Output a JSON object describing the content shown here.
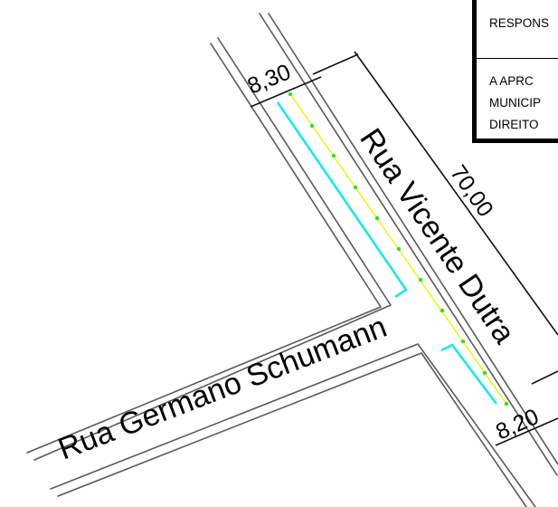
{
  "streets": {
    "vicente_dutra": "Rua Vicente Dutra",
    "germano_schumann": "Rua Germano Schumann"
  },
  "dimensions": {
    "top_width": "8,30",
    "length": "70,00",
    "bottom_width": "8,20"
  },
  "note": {
    "line1": "RESPONS",
    "line2": "A    APRC",
    "line3": "MUNICIP",
    "line4": "DIREITO"
  },
  "colors": {
    "curb_line": "#19e6f2",
    "axis_line": "#f2f21a",
    "points": "#23e623"
  }
}
